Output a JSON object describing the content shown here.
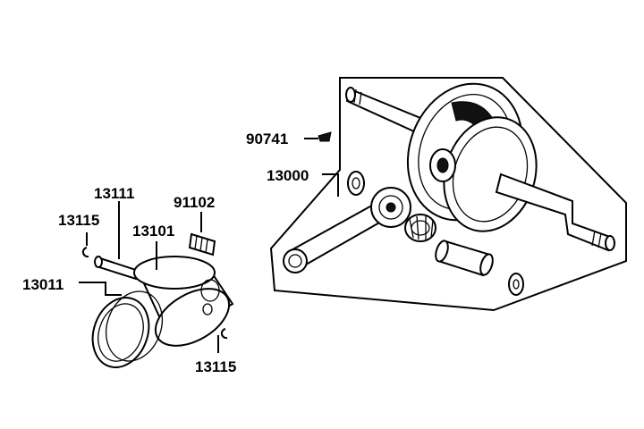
{
  "parts": {
    "p90741": "90741",
    "p13000": "13000",
    "p13111": "13111",
    "p91102": "91102",
    "p13115_top": "13115",
    "p13101": "13101",
    "p13011": "13011",
    "p13115_bottom": "13115"
  }
}
